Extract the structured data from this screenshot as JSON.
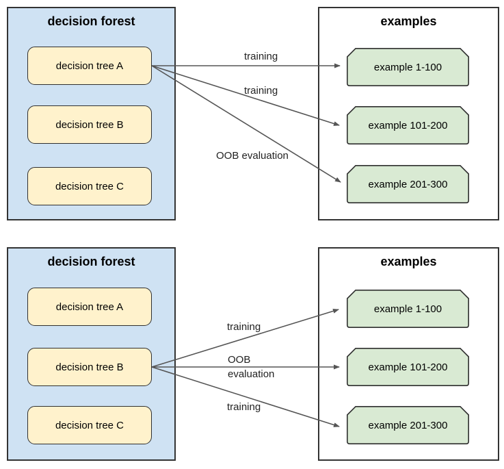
{
  "colors": {
    "forest_fill": "#cfe2f3",
    "tree_fill": "#fff2cc",
    "example_fill": "#d9ead3",
    "panel_border": "#333333",
    "node_border": "#2f2f2f",
    "arrow": "#555555",
    "text": "#000000"
  },
  "diagram_top": {
    "forest_title": "decision forest",
    "trees": [
      "decision tree A",
      "decision tree B",
      "decision tree C"
    ],
    "examples_title": "examples",
    "examples": [
      "example 1-100",
      "example 101-200",
      "example 201-300"
    ],
    "arrow_labels": [
      "training",
      "training",
      "OOB evaluation"
    ]
  },
  "diagram_bottom": {
    "forest_title": "decision forest",
    "trees": [
      "decision tree A",
      "decision tree B",
      "decision tree C"
    ],
    "examples_title": "examples",
    "examples": [
      "example 1-100",
      "example 101-200",
      "example 201-300"
    ],
    "arrow_labels": [
      "training",
      "OOB\nevaluation",
      "training"
    ]
  }
}
